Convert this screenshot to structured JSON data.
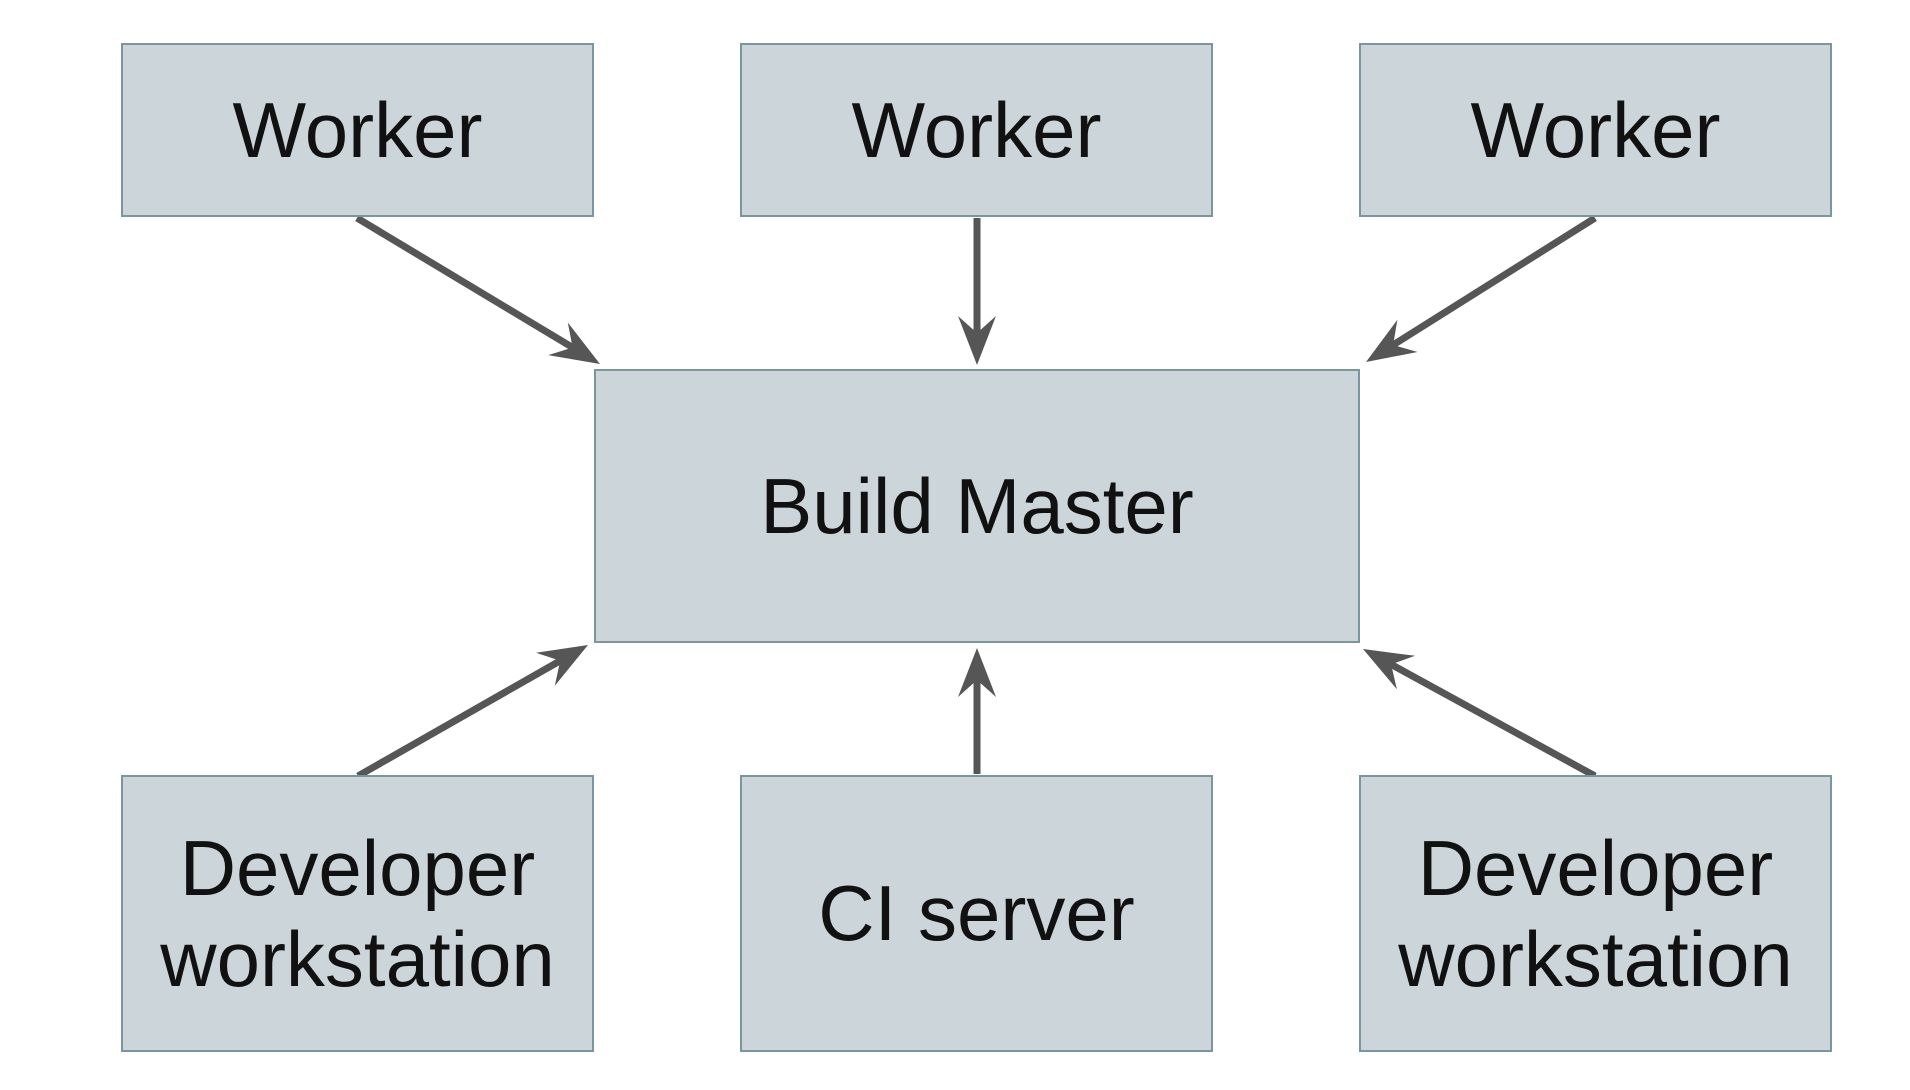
{
  "diagram": {
    "title": "",
    "type": "architecture-diagram",
    "background": "#ffffff"
  },
  "colors": {
    "node_fill": "#ccd5d9",
    "node_border": "#7b95a1",
    "arrow": "#565656",
    "text": "#111111"
  },
  "nodes": [
    {
      "id": "worker-1",
      "label": "Worker"
    },
    {
      "id": "worker-2",
      "label": "Worker"
    },
    {
      "id": "worker-3",
      "label": "Worker"
    },
    {
      "id": "build-master",
      "label": "Build Master"
    },
    {
      "id": "developer-workstation-1",
      "label": "Developer workstation"
    },
    {
      "id": "ci-server",
      "label": "CI server"
    },
    {
      "id": "developer-workstation-2",
      "label": "Developer workstation"
    }
  ],
  "edges": [
    {
      "from": "worker-1",
      "to": "build-master",
      "direction": "down-right"
    },
    {
      "from": "worker-2",
      "to": "build-master",
      "direction": "down"
    },
    {
      "from": "worker-3",
      "to": "build-master",
      "direction": "down-left"
    },
    {
      "from": "developer-workstation-1",
      "to": "build-master",
      "direction": "up-right"
    },
    {
      "from": "ci-server",
      "to": "build-master",
      "direction": "up"
    },
    {
      "from": "developer-workstation-2",
      "to": "build-master",
      "direction": "up-left"
    }
  ]
}
